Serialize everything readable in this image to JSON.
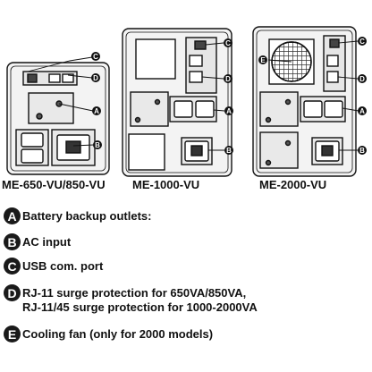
{
  "models": [
    {
      "name": "ME-650-VU/850-VU"
    },
    {
      "name": "ME-1000-VU"
    },
    {
      "name": "ME-2000-VU"
    }
  ],
  "callouts": [
    "A",
    "B",
    "C",
    "D",
    "E"
  ],
  "legend": [
    {
      "letter": "A",
      "text": "Battery backup outlets:",
      "text2": ""
    },
    {
      "letter": "B",
      "text": "AC input",
      "text2": ""
    },
    {
      "letter": "C",
      "text": "USB com. port",
      "text2": ""
    },
    {
      "letter": "D",
      "text": "RJ-11 surge protection for 650VA/850VA,",
      "text2": "RJ-11/45 surge protection for 1000-2000VA"
    },
    {
      "letter": "E",
      "text": "Cooling fan (only for 2000 models)",
      "text2": ""
    }
  ]
}
